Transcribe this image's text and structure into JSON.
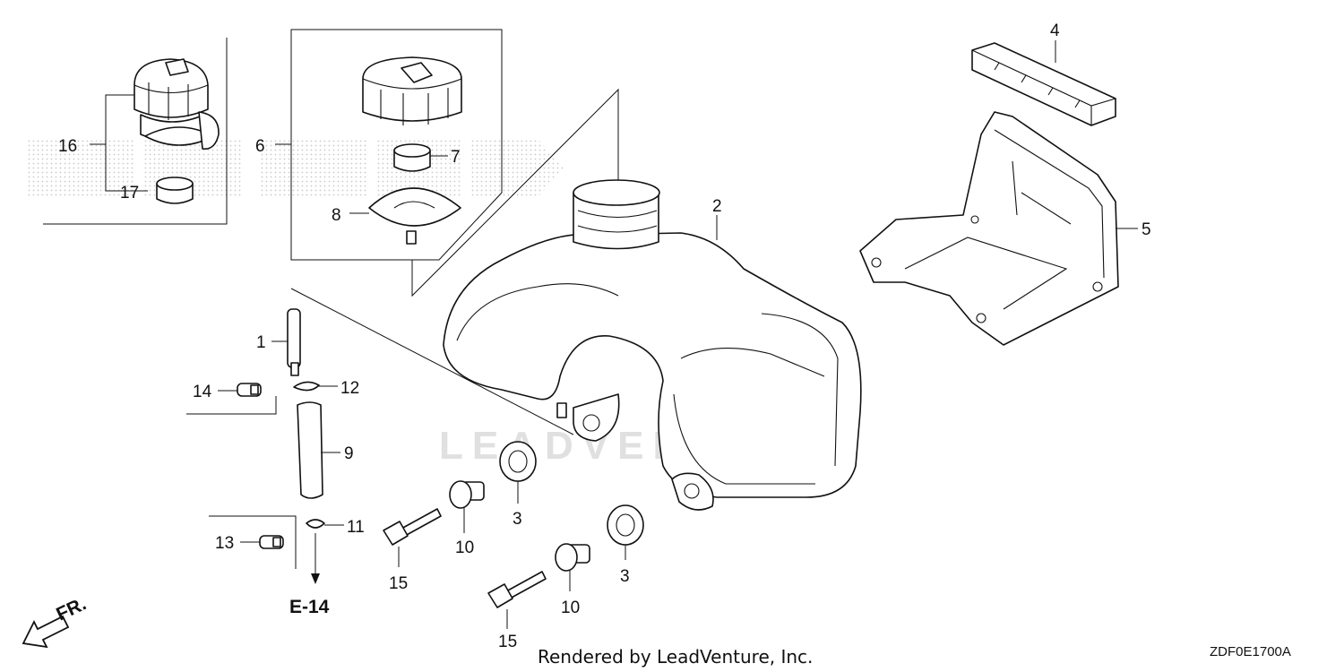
{
  "callouts": [
    "1",
    "2",
    "3",
    "4",
    "5",
    "6",
    "7",
    "8",
    "9",
    "10",
    "11",
    "12",
    "13",
    "14",
    "15",
    "16",
    "17"
  ],
  "callouts_extra": [
    "3",
    "10",
    "15"
  ],
  "reference": "E-14",
  "front_label": "FR.",
  "watermark": "LEADVENTURE",
  "footer": "Rendered by LeadVenture, Inc.",
  "diagram_code": "ZDF0E1700A"
}
